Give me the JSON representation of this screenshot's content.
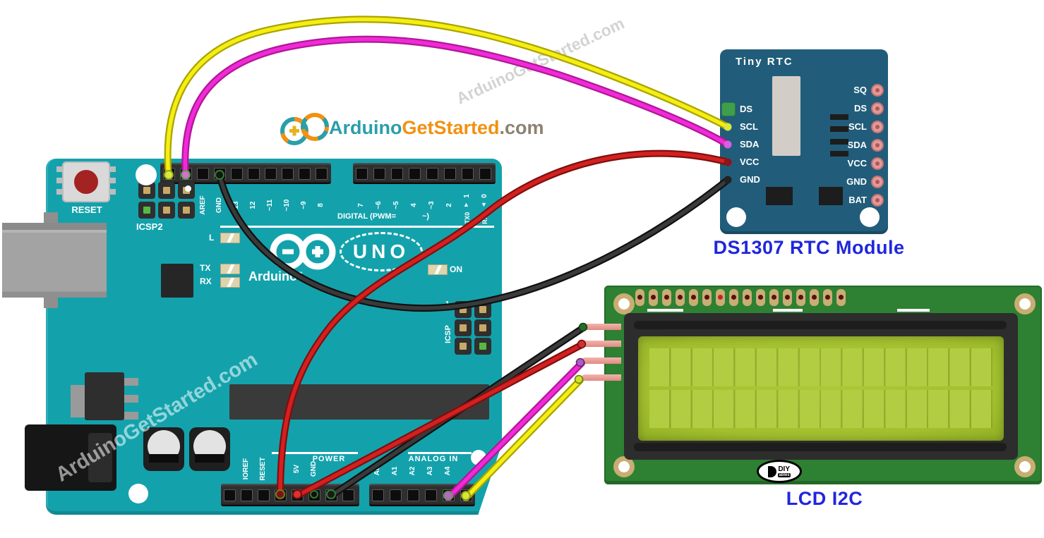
{
  "watermark": "ArduinoGetStarted.com",
  "site_logo": {
    "brand_primary": "Arduino",
    "brand_secondary": "GetStarted",
    "brand_suffix": ".com"
  },
  "arduino": {
    "reset_label": "RESET",
    "icsp2_label": "ICSP2",
    "icsp_label": "ICSP",
    "icsp_pin1": "1",
    "led_l": "L",
    "led_tx": "TX",
    "led_rx": "RX",
    "led_on": "ON",
    "brand": "Arduino",
    "brand_tm": "™",
    "model": "UNO",
    "digital_caption": "DIGITAL (PWM=",
    "digital_caption2": "~)",
    "top_pins": [
      "AREF",
      "GND",
      "13",
      "12",
      "~11",
      "~10",
      "~9",
      "8"
    ],
    "top_pins2": [
      "7",
      "~6",
      "~5",
      "4",
      "~3",
      "2",
      "1",
      "0"
    ],
    "tx0": "TX0",
    "rx0": "RX0",
    "tx_tri": "▲",
    "rx_tri": "▼",
    "power_caption": "POWER",
    "analog_caption": "ANALOG IN",
    "power_pins": [
      "IOREF",
      "RESET",
      "5V",
      "GND"
    ],
    "analog_pins": [
      "A0",
      "A1",
      "A2",
      "A3",
      "A4"
    ]
  },
  "rtc": {
    "title": "Tiny RTC",
    "left_pins": [
      "DS",
      "SCL",
      "SDA",
      "VCC",
      "GND"
    ],
    "right_pins": [
      "SQ",
      "DS",
      "SCL",
      "SDA",
      "VCC",
      "GND",
      "BAT"
    ],
    "caption": "DS1307 RTC Module"
  },
  "lcd": {
    "caption": "LCD I2C",
    "logo_top": "DIY",
    "logo_bottom": "ables"
  },
  "connections": [
    {
      "wire": "yellow",
      "from": "Arduino SCL (top header)",
      "to": "RTC SCL"
    },
    {
      "wire": "magenta",
      "from": "Arduino SDA (top header)",
      "to": "RTC SDA"
    },
    {
      "wire": "black",
      "from": "Arduino GND (top header)",
      "to": "RTC GND"
    },
    {
      "wire": "red",
      "from": "Arduino power header",
      "to": "RTC VCC"
    },
    {
      "wire": "red",
      "from": "Arduino 5V",
      "to": "LCD I2C pin 2"
    },
    {
      "wire": "black",
      "from": "Arduino GND (power header)",
      "to": "LCD I2C pin 1"
    },
    {
      "wire": "magenta",
      "from": "Arduino A4",
      "to": "LCD I2C pin 3"
    },
    {
      "wire": "yellow",
      "from": "Arduino A5",
      "to": "LCD I2C pin 4"
    }
  ],
  "colors": {
    "board_teal": "#13a2ac",
    "rtc_blue": "#215d7a",
    "lcd_green": "#2e8033",
    "lcd_screen": "#a2bf2e",
    "wire_yellow": "#f6ee12",
    "wire_magenta": "#f02ad8",
    "wire_red": "#d42020",
    "wire_black": "#3a3a3a",
    "caption_blue": "#2026dd",
    "logo_teal": "#2a9faa",
    "logo_orange": "#f29111",
    "logo_gray": "#8d8271"
  }
}
